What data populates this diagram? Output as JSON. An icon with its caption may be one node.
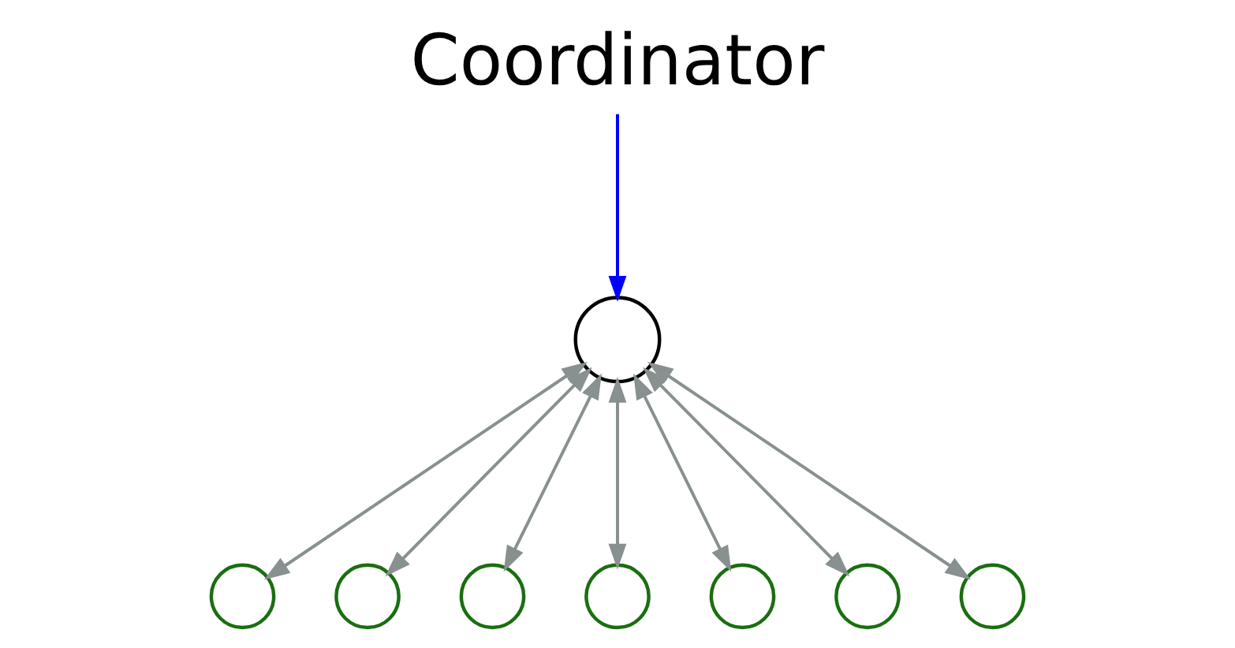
{
  "diagram": {
    "nodes": [
      {
        "text": [
          "Coordinator"
        ]
      },
      {
        "text": [],
        "shape": "circle"
      },
      {
        "text": [],
        "shape": "circle"
      },
      {
        "text": [],
        "shape": "circle"
      },
      {
        "text": [],
        "shape": "circle"
      },
      {
        "text": [],
        "shape": "circle"
      },
      {
        "text": [],
        "shape": "circle"
      },
      {
        "text": [],
        "shape": "circle"
      },
      {
        "text": [],
        "shape": "circle"
      }
    ],
    "edges": [
      {
        "from": 0,
        "to": 1,
        "arrow": "to",
        "color": "#0000ff"
      },
      {
        "from": 1,
        "to": 2,
        "arrow": "both"
      },
      {
        "from": 1,
        "to": 3,
        "arrow": "both"
      },
      {
        "from": 1,
        "to": 4,
        "arrow": "both"
      },
      {
        "from": 1,
        "to": 5,
        "arrow": "both"
      },
      {
        "from": 1,
        "to": 6,
        "arrow": "both"
      },
      {
        "from": 1,
        "to": 7,
        "arrow": "both"
      },
      {
        "from": 1,
        "to": 8,
        "arrow": "both"
      }
    ]
  }
}
